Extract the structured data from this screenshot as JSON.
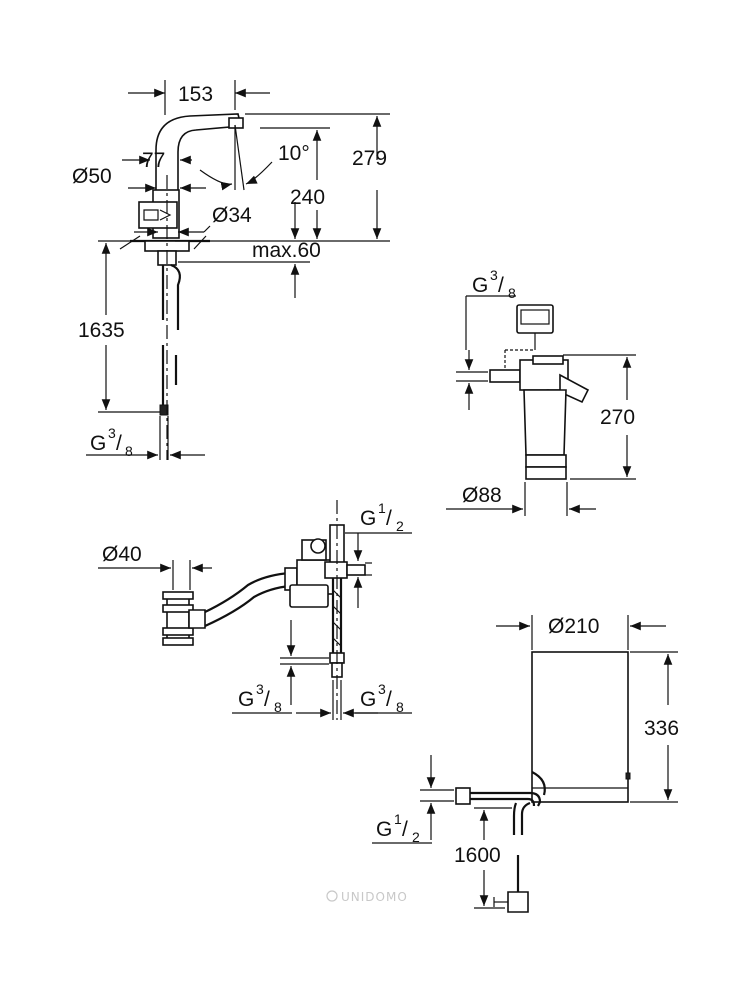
{
  "faucet": {
    "w153": "153",
    "d77": "77",
    "d50": "Ø50",
    "angle": "10°",
    "h279": "279",
    "h240": "240",
    "d34": "Ø34",
    "max60": "max.60",
    "hose1635": "1635",
    "thread": {
      "base": "G",
      "num": "3",
      "den": "8"
    }
  },
  "filter": {
    "thread": {
      "base": "G",
      "num": "3",
      "den": "8"
    },
    "h270": "270",
    "d88": "Ø88"
  },
  "valve": {
    "d40": "Ø40",
    "thread_top": {
      "base": "G",
      "num": "1",
      "den": "2"
    },
    "thread_left": {
      "base": "G",
      "num": "3",
      "den": "8"
    },
    "thread_right": {
      "base": "G",
      "num": "3",
      "den": "8"
    }
  },
  "chiller": {
    "d210": "Ø210",
    "h336": "336",
    "thread": {
      "base": "G",
      "num": "1",
      "den": "2"
    },
    "cable1600": "1600"
  },
  "watermark": "UNIDOMO"
}
